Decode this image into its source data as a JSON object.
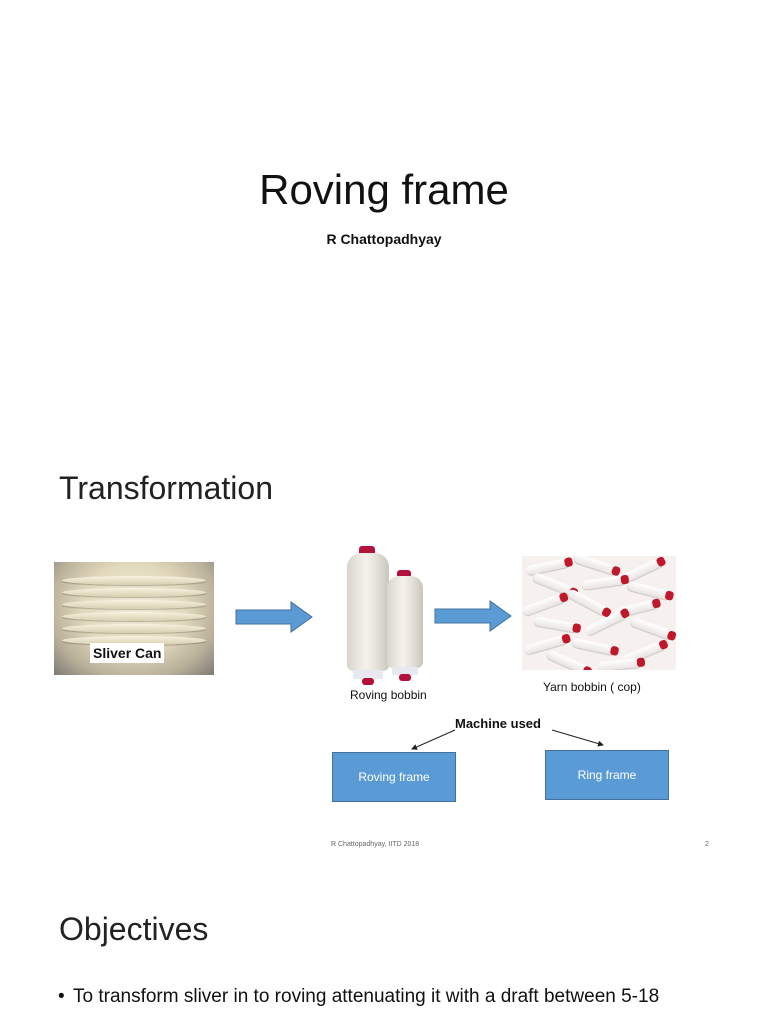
{
  "slide1": {
    "title": "Roving frame",
    "author": "R Chattopadhyay"
  },
  "slide2": {
    "title": "Transformation",
    "sliver_label": "Sliver Can",
    "roving_caption": "Roving bobbin",
    "yarn_caption": "Yarn bobbin ( cop)",
    "machine_used_label": "Machine used",
    "machines": [
      "Roving frame",
      "Ring frame"
    ],
    "footer_text": "R Chattopadhyay, IITD 2018",
    "page_number": "2",
    "colors": {
      "arrow": "#5b9bd5",
      "box": "#5b9bd5",
      "cap": "#b3123a"
    }
  },
  "slide3": {
    "title": "Objectives",
    "bullets": [
      "To  transform sliver in to roving  attenuating it  with a draft  between 5-18"
    ]
  }
}
